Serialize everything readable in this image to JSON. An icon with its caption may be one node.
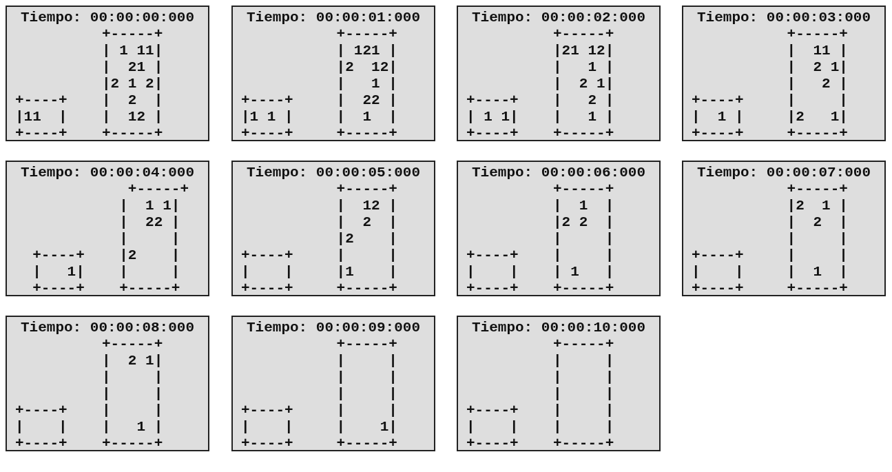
{
  "diagram": {
    "nodes": [
      {
        "text": [
          "Tiempo: 00:00:00:000",
          "          +-----+",
          "          | 1 11|",
          "          |  21 |",
          "          |2 1 2|",
          "+----+    |  2  |",
          "|11  |    |  12 |",
          "+----+    +-----+"
        ]
      },
      {
        "text": [
          "Tiempo: 00:00:01:000",
          "           +-----+",
          "           | 121 |",
          "           |2  12|",
          "           |   1 |",
          "+----+     |  22 |",
          "|1 1 |     |  1  |",
          "+----+     +-----+"
        ]
      },
      {
        "text": [
          "Tiempo: 00:00:02:000",
          "          +-----+",
          "          |21 12|",
          "          |   1 |",
          "          |  2 1|",
          "+----+    |   2 |",
          "| 1 1|    |   1 |",
          "+----+    +-----+"
        ]
      },
      {
        "text": [
          "Tiempo: 00:00:03:000",
          "           +-----+",
          "           |  11 |",
          "           |  2 1|",
          "           |   2 |",
          "+----+     |     |",
          "|  1 |     |2   1|",
          "+----+     +-----+"
        ]
      },
      {
        "text": [
          "Tiempo: 00:00:04:000",
          "             +-----+",
          "            |  1 1|",
          "            |  22 |",
          "            |     |",
          "  +----+    |2    |",
          "  |   1|    |     |",
          "  +----+    +-----+"
        ]
      },
      {
        "text": [
          "Tiempo: 00:00:05:000",
          "           +-----+",
          "           |  12 |",
          "           |  2  |",
          "           |2    |",
          "+----+     |     |",
          "|    |     |1    |",
          "+----+     +-----+"
        ]
      },
      {
        "text": [
          "Tiempo: 00:00:06:000",
          "          +-----+",
          "          |  1  |",
          "          |2 2  |",
          "          |     |",
          "+----+    |     |",
          "|    |    | 1   |",
          "+----+    +-----+"
        ]
      },
      {
        "text": [
          "Tiempo: 00:00:07:000",
          "           +-----+",
          "           |2  1 |",
          "           |  2  |",
          "           |     |",
          "+----+     |     |",
          "|    |     |  1  |",
          "+----+     +-----+"
        ]
      },
      {
        "text": [
          "Tiempo: 00:00:08:000",
          "          +-----+",
          "          |  2 1|",
          "          |     |",
          "          |     |",
          "+----+    |     |",
          "|    |    |   1 |",
          "+----+    +-----+"
        ]
      },
      {
        "text": [
          "Tiempo: 00:00:09:000",
          "           +-----+",
          "           |     |",
          "           |     |",
          "           |     |",
          "+----+     |     |",
          "|    |     |    1|",
          "+----+     +-----+"
        ]
      },
      {
        "text": [
          "Tiempo: 00:00:10:000",
          "          +-----+",
          "          |     |",
          "          |     |",
          "          |     |",
          "+----+    |     |",
          "|    |    |     |",
          "+----+    +-----+"
        ]
      }
    ]
  }
}
